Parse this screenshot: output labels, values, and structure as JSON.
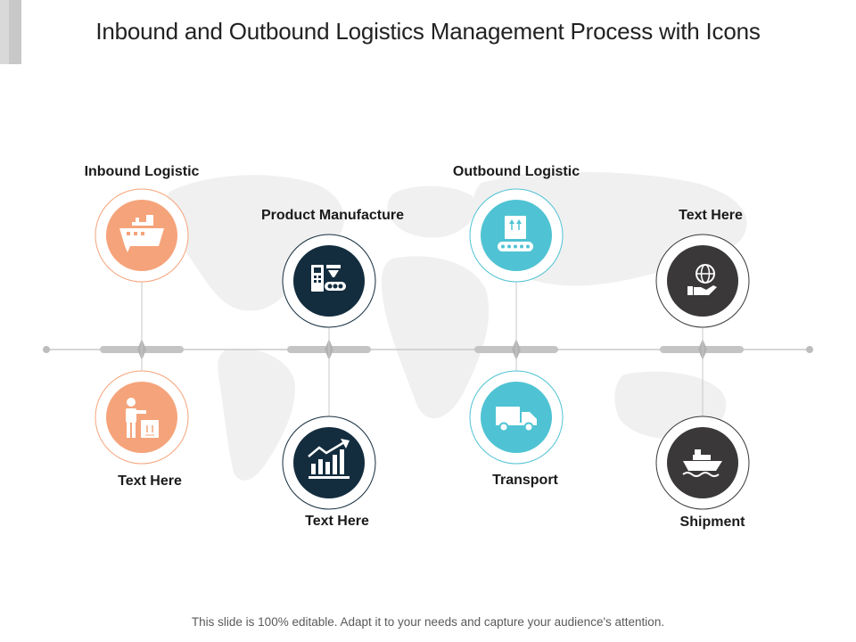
{
  "title": "Inbound and Outbound Logistics Management Process with Icons",
  "footer": "This slide is 100% editable. Adapt it to your needs and capture your audience's attention.",
  "colors": {
    "orange": "#F5A37A",
    "navy": "#132D3E",
    "teal": "#4FC3D3",
    "charcoal": "#3A3838",
    "line": "#bfbfbf"
  },
  "steps": [
    {
      "label": "Inbound Logistic",
      "icon": "cargo-ship-unloading-icon",
      "color": "orange"
    },
    {
      "label": "Text Here",
      "icon": "worker-with-box-icon",
      "color": "orange"
    },
    {
      "label": "Product Manufacture",
      "icon": "factory-conveyor-icon",
      "color": "navy"
    },
    {
      "label": "Text Here",
      "icon": "growth-chart-icon",
      "color": "navy"
    },
    {
      "label": "Outbound Logistic",
      "icon": "conveyor-package-icon",
      "color": "teal"
    },
    {
      "label": "Transport",
      "icon": "delivery-truck-icon",
      "color": "teal"
    },
    {
      "label": "Text Here",
      "icon": "globe-in-hand-icon",
      "color": "charcoal"
    },
    {
      "label": "Shipment",
      "icon": "ship-on-waves-icon",
      "color": "charcoal"
    }
  ]
}
